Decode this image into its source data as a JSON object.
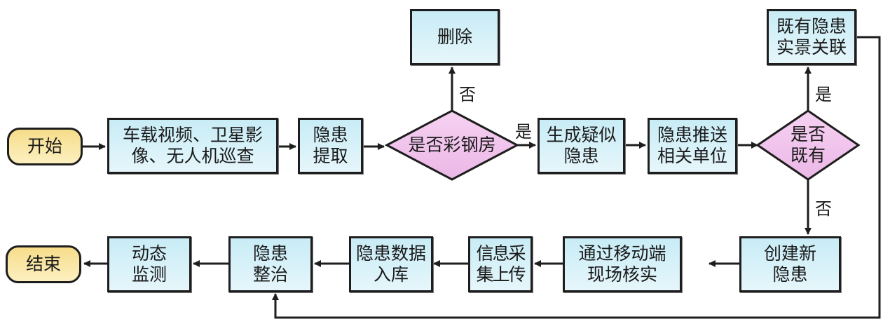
{
  "colors": {
    "process_fill": "#d4f0f8",
    "decision_fill": "#f2c4ee",
    "terminal_fill": "#f8e3a0",
    "stroke": "#1e1e1e"
  },
  "nodes": {
    "start": "开始",
    "acquire": "车载视频、卫星影像、无人机巡查",
    "extract": "隐患提取",
    "decision_steel": "是否彩钢房",
    "delete": "删除",
    "suspect": "生成疑似隐患",
    "push": "隐患推送相关单位",
    "decision_existing": "是否既有",
    "link_existing": "既有隐患实景关联",
    "create_new": "创建新隐患",
    "mobile_verify": "通过移动端现场核实",
    "upload": "信息采集上传",
    "store": "隐患数据入库",
    "remediate": "隐患整治",
    "monitor": "动态监测",
    "end": "结束"
  },
  "edge_labels": {
    "steel_no": "否",
    "steel_yes": "是",
    "existing_yes": "是",
    "existing_no": "否"
  }
}
